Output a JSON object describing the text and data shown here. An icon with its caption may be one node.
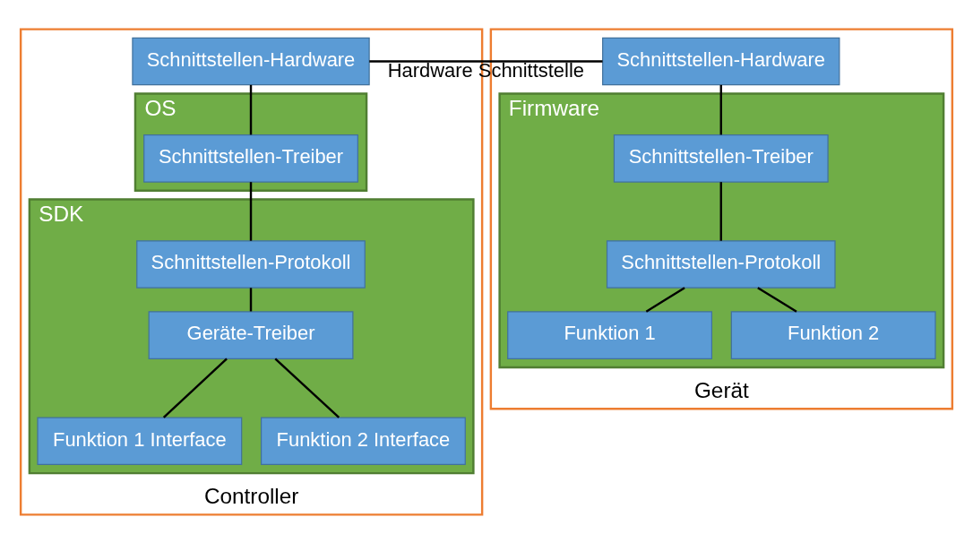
{
  "diagram": {
    "nodes": [
      {
        "text": [
          "Controller"
        ]
      },
      {
        "text": [
          "Schnittstellen-Hardware"
        ],
        "in": 0
      },
      {
        "text": [
          "OS"
        ],
        "in": 0
      },
      {
        "text": [
          "Schnittstellen-Treiber"
        ],
        "in": 2
      },
      {
        "text": [
          "SDK"
        ],
        "in": 0
      },
      {
        "text": [
          "Schnittstellen-Protokoll"
        ],
        "in": 4
      },
      {
        "text": [
          "Geräte-Treiber"
        ],
        "in": 4
      },
      {
        "text": [
          "Funktion 1 Interface"
        ],
        "in": 4
      },
      {
        "text": [
          "Funktion 2 Interface"
        ],
        "in": 4
      },
      {
        "text": [
          "Gerät"
        ]
      },
      {
        "text": [
          "Schnittstellen-Hardware"
        ],
        "in": 9
      },
      {
        "text": [
          "Firmware"
        ],
        "in": 9
      },
      {
        "text": [
          "Schnittstellen-Treiber"
        ],
        "in": 11
      },
      {
        "text": [
          "Schnittstellen-Protokoll"
        ],
        "in": 11
      },
      {
        "text": [
          "Funktion 1"
        ],
        "in": 11
      },
      {
        "text": [
          "Funktion 2"
        ],
        "in": 11
      }
    ],
    "edges": [
      {
        "from": 1,
        "to": 10,
        "arrow": "none",
        "label": "Hardware Schnittstelle"
      },
      {
        "from": 1,
        "to": 3,
        "arrow": "none"
      },
      {
        "from": 3,
        "to": 5,
        "arrow": "none"
      },
      {
        "from": 5,
        "to": 6,
        "arrow": "none"
      },
      {
        "from": 6,
        "to": 7,
        "arrow": "none"
      },
      {
        "from": 6,
        "to": 8,
        "arrow": "none"
      },
      {
        "from": 10,
        "to": 12,
        "arrow": "none"
      },
      {
        "from": 12,
        "to": 13,
        "arrow": "none"
      },
      {
        "from": 13,
        "to": 14,
        "arrow": "none"
      },
      {
        "from": 13,
        "to": 15,
        "arrow": "none"
      }
    ]
  }
}
